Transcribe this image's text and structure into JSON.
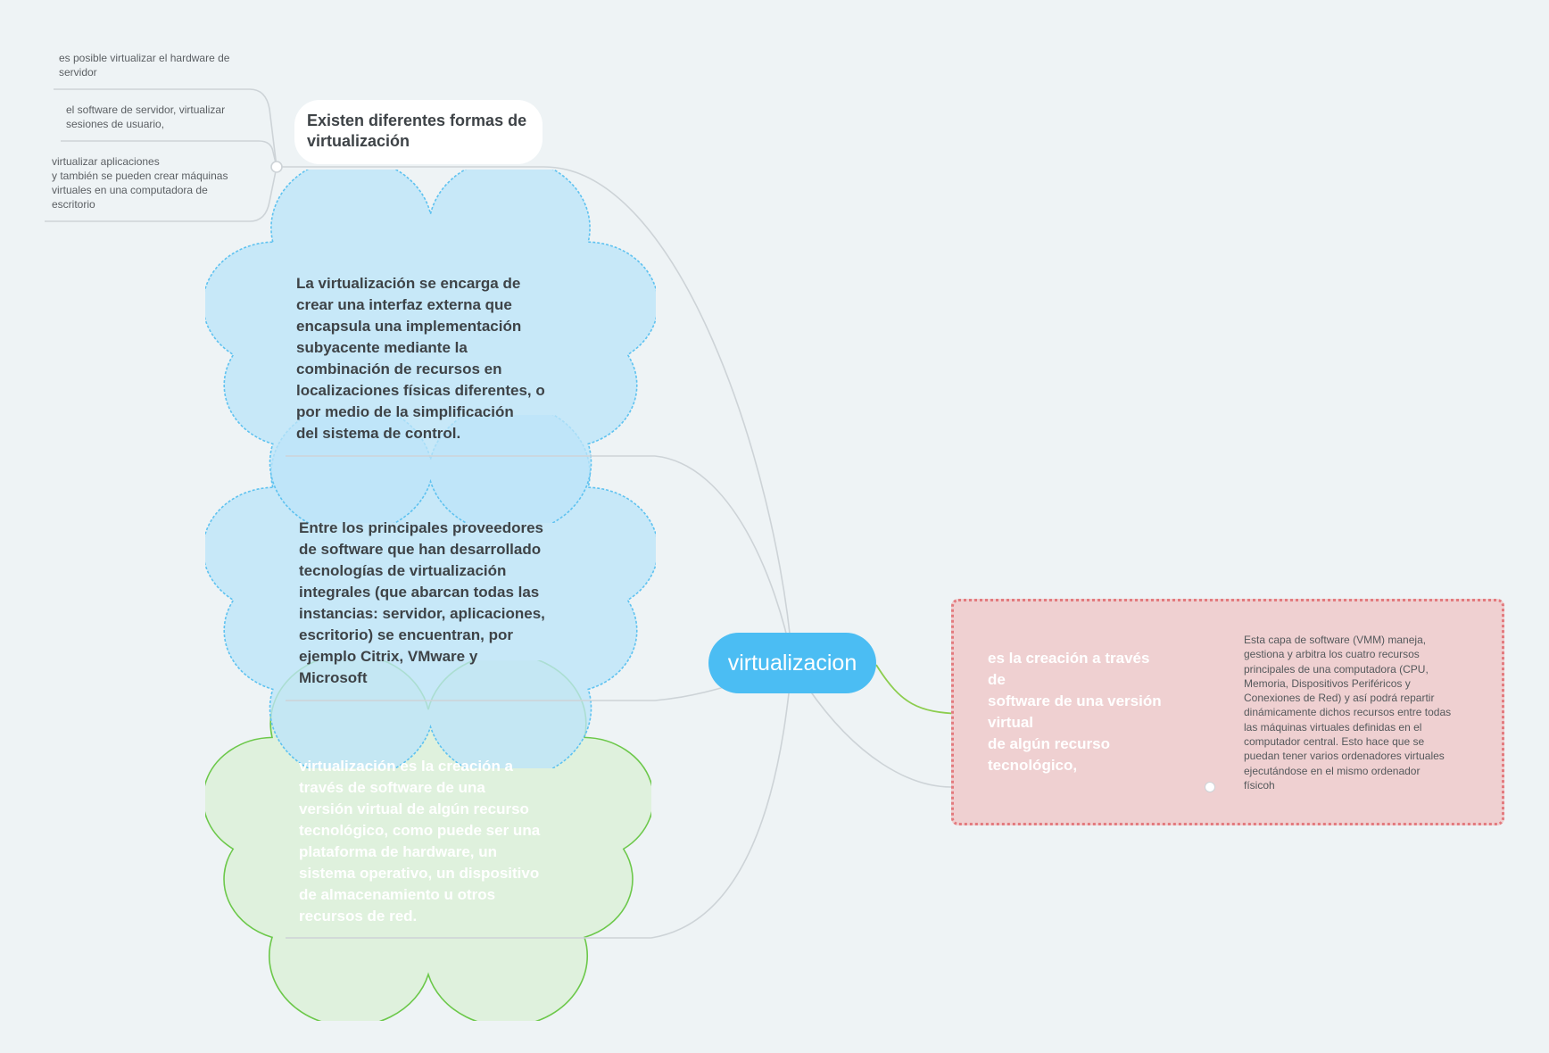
{
  "central_topic": {
    "label": "virtualizacion"
  },
  "topic_forms": {
    "label": "Existen diferentes formas de\nvirtualización",
    "subtopics": [
      "es posible virtualizar el hardware de\nservidor",
      "el software de servidor, virtualizar\nsesiones de usuario,",
      "virtualizar aplicaciones\ny también se pueden crear máquinas\nvirtuales en una computadora de\nescritorio"
    ]
  },
  "cloud_blue_1": {
    "label": "La virtualización se encarga de\ncrear una interfaz externa que\nencapsula una implementación\nsubyacente mediante la\ncombinación de recursos en\nlocalizaciones físicas diferentes, o\npor medio de la simplificación\ndel sistema de control."
  },
  "cloud_blue_2": {
    "label": "Entre los principales proveedores\nde software que han desarrollado\ntecnologías de virtualización\nintegrales (que abarcan todas las\ninstancias: servidor, aplicaciones,\nescritorio) se encuentran, por\nejemplo Citrix, VMware y\nMicrosoft"
  },
  "cloud_green": {
    "label": "virtualización es la creación a\ntravés de software de una\nversión virtual de algún recurso\ntecnológico, como puede ser una\nplataforma de hardware, un\nsistema operativo, un dispositivo\nde almacenamiento u otros\nrecursos de red."
  },
  "red_box": {
    "title": "es la creación a través\nde\nsoftware de una versión\nvirtual\nde algún recurso\ntecnológico,",
    "description": "Esta capa de software (VMM) maneja,\ngestiona y arbitra los cuatro recursos\nprincipales de una computadora (CPU,\nMemoria, Dispositivos Periféricos y\nConexiones de Red) y así podrá repartir\ndinámicamente dichos recursos entre todas\nlas máquinas virtuales definidas en el\ncomputador central. Esto hace que se\npuedan tener varios ordenadores virtuales\nejecutándose en el mismo ordenador\nfísicoh"
  },
  "colors": {
    "background": "#eef3f5",
    "central": "#4bbdf3",
    "cloud_blue_fill": "#c8e8f8",
    "cloud_blue_stroke": "#5ec2f0",
    "cloud_green_fill": "#dcf0d8",
    "cloud_green_stroke": "#6cc84a",
    "red_fill": "#efd0d1",
    "red_stroke": "#e37a7e",
    "arrow": "#8ccd4e",
    "connector": "#cdd3d7"
  }
}
